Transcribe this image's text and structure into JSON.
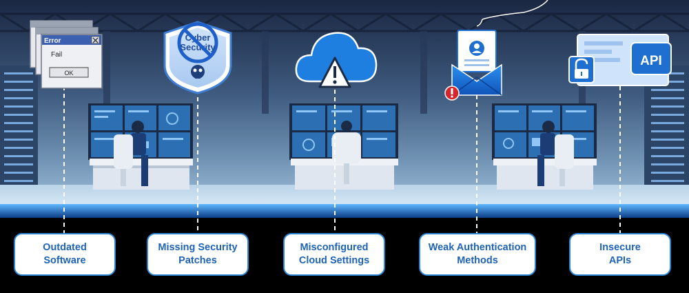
{
  "error_window": {
    "title": "Error",
    "message": "Fail",
    "button_label": "OK"
  },
  "shield_badge": {
    "text_line1": "Cyber",
    "text_line2": "Security"
  },
  "api_badge": {
    "text": "API"
  },
  "labels": [
    {
      "text": "Outdated\nSoftware"
    },
    {
      "text": "Missing Security\nPatches"
    },
    {
      "text": "Misconfigured\nCloud Settings"
    },
    {
      "text": "Weak Authentication\nMethods"
    },
    {
      "text": "Insecure\nAPIs"
    }
  ],
  "colors": {
    "label_border": "#2d86d6",
    "label_text": "#1e63b5",
    "accent_blue": "#1f7fe0",
    "alert_red": "#d7262b"
  }
}
